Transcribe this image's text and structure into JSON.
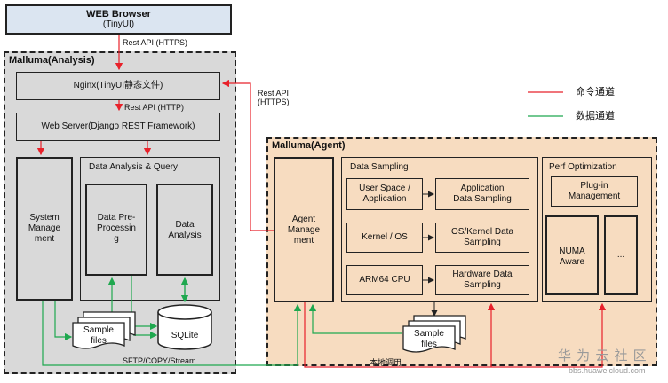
{
  "browser": {
    "title": "WEB Browser",
    "subtitle": "(TinyUI)"
  },
  "edges": {
    "rest_api_https_top": "Rest API (HTTPS)",
    "rest_api_http": "Rest API (HTTP)",
    "rest_api_https_side_1": "Rest API",
    "rest_api_https_side_2": "(HTTPS)",
    "sftp": "SFTP/COPY/Stream",
    "local_call": "本地调用"
  },
  "analysis": {
    "title": "Malluma(Analysis)",
    "nginx": "Nginx(TinyUI静态文件)",
    "webserver": "Web Server(Django REST Framework)",
    "sysmgmt": [
      "System",
      "Manage",
      "ment"
    ],
    "daq_title": "Data Analysis & Query",
    "preproc": [
      "Data Pre-",
      "Processin",
      "g"
    ],
    "dataanalysis": [
      "Data",
      "Analysis"
    ],
    "sample_files": [
      "Sample",
      "files"
    ],
    "sqlite": "SQLite"
  },
  "agent": {
    "title": "Malluma(Agent)",
    "agentmgmt": [
      "Agent",
      "Manage",
      "ment"
    ],
    "ds_title": "Data Sampling",
    "userspace": [
      "User Space /",
      "Application"
    ],
    "appsampling": [
      "Application",
      "Data Sampling"
    ],
    "kernel": "Kernel / OS",
    "oskernel": [
      "OS/Kernel Data",
      "Sampling"
    ],
    "arm": "ARM64 CPU",
    "hwsampling": [
      "Hardware Data",
      "Sampling"
    ],
    "perf_title": "Perf Optimization",
    "plugin": [
      "Plug-in",
      "Management"
    ],
    "numa": [
      "NUMA",
      "Aware"
    ],
    "ellipsis": "...",
    "sample_files": [
      "Sample",
      "files"
    ]
  },
  "legend": {
    "command": "命令通道",
    "data": "数据通道"
  },
  "watermark": {
    "line1": "华 为 云 社 区",
    "line2": "bbs.huaweicloud.com"
  },
  "colors": {
    "command": "#e8212a",
    "data": "#1fa84f",
    "agent_fill": "#f7dcc0",
    "analysis_fill": "#d9d9d9"
  }
}
